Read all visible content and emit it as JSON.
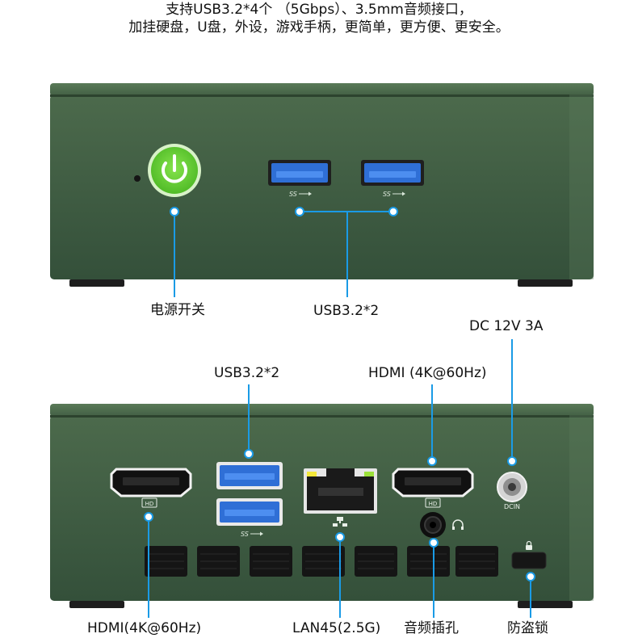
{
  "intro": {
    "line1": "支持USB3.2*4个 （5Gbps）、3.5mm音频接口，",
    "line2": "加挂硬盘，U盘，外设，游戏手柄，更简单，更方便、更安全。"
  },
  "front_panel": {
    "power_switch": "电源开关",
    "usb_front": "USB3.2*2",
    "usb_symbol": "SS"
  },
  "rear_panel": {
    "dc_in": "DC 12V 3A",
    "usb_rear": "USB3.2*2",
    "hdmi_rear": "HDMI (4K@60Hz)",
    "hdmi_left": "HDMI(4K@60Hz)",
    "lan": "LAN45(2.5G)",
    "audio_jack": "音频插孔",
    "kensington_lock": "防盗锁",
    "hd_badge": "HD",
    "dcin_mark": "DCIN",
    "usb_symbol": "SS"
  },
  "colors": {
    "chassis": "#3f5a40",
    "chassis_dark": "#2e4530",
    "accent_callout": "#1a9be6",
    "usb_blue": "#2f6fd6",
    "power_green": "#5ccf2e"
  }
}
